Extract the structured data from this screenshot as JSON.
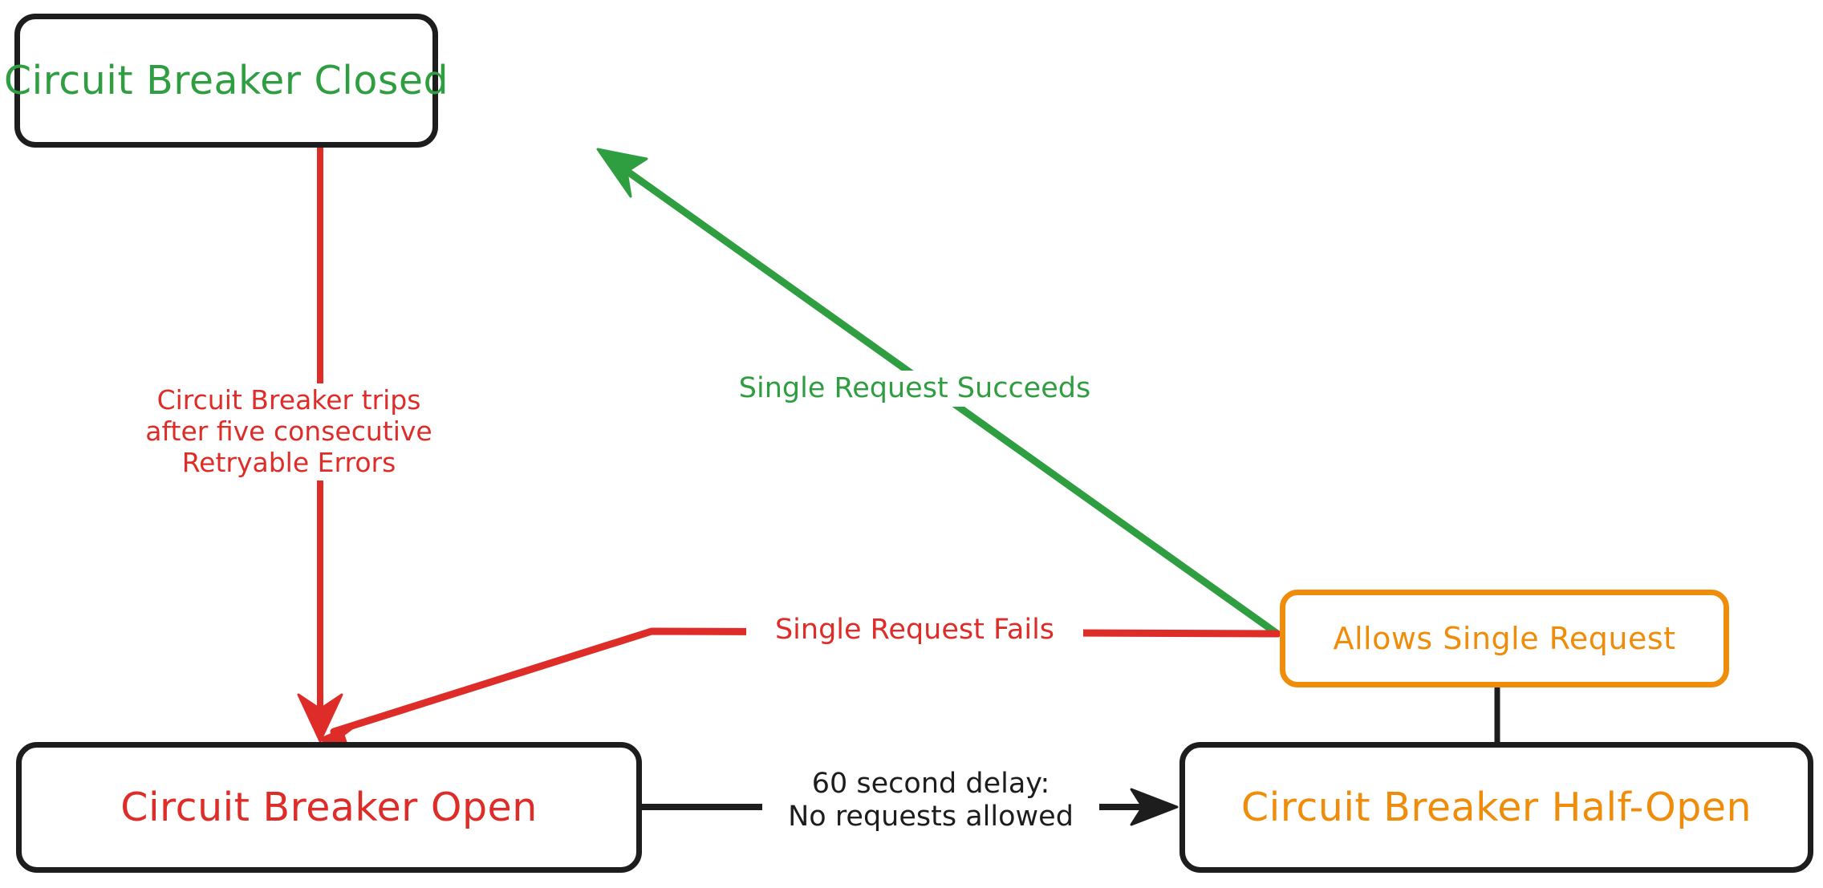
{
  "diagram": {
    "title": "Circuit Breaker State Diagram",
    "type": "state-diagram",
    "background_color": "#ffffff",
    "colors": {
      "green": "#2f9e41",
      "red": "#de2c28",
      "orange": "#ef8d0a",
      "black": "#1d1d1d"
    }
  },
  "nodes": [
    {
      "id": "closed",
      "label": "Circuit Breaker Closed",
      "text_color": "#2f9e41",
      "border_color": "#1d1d1d",
      "shape": "rounded-rectangle"
    },
    {
      "id": "open",
      "label": "Circuit Breaker Open",
      "text_color": "#de2c28",
      "border_color": "#1d1d1d",
      "shape": "rounded-rectangle"
    },
    {
      "id": "allows",
      "label": "Allows Single Request",
      "text_color": "#ef8d0a",
      "border_color": "#ef8d0a",
      "shape": "rounded-rectangle"
    },
    {
      "id": "half-open",
      "label": "Circuit Breaker Half-Open",
      "text_color": "#ef8d0a",
      "border_color": "#1d1d1d",
      "shape": "rounded-rectangle"
    }
  ],
  "edges": [
    {
      "id": "closed-to-open",
      "from": "closed",
      "to": "open",
      "color": "#de2c28",
      "arrow": true,
      "label": "Circuit Breaker trips\nafter five consecutive\nRetryable Errors"
    },
    {
      "id": "allows-to-closed",
      "from": "allows",
      "to": "closed",
      "color": "#2f9e41",
      "arrow": true,
      "label": "Single Request Succeeds"
    },
    {
      "id": "allows-to-open",
      "from": "allows",
      "to": "open",
      "color": "#de2c28",
      "arrow": true,
      "label": "Single Request Fails"
    },
    {
      "id": "open-to-half-open",
      "from": "open",
      "to": "half-open",
      "color": "#1d1d1d",
      "arrow": true,
      "label": "60 second delay:\nNo requests allowed"
    },
    {
      "id": "allows-to-half-open",
      "from": "allows",
      "to": "half-open",
      "color": "#1d1d1d",
      "arrow": false,
      "label": ""
    }
  ]
}
